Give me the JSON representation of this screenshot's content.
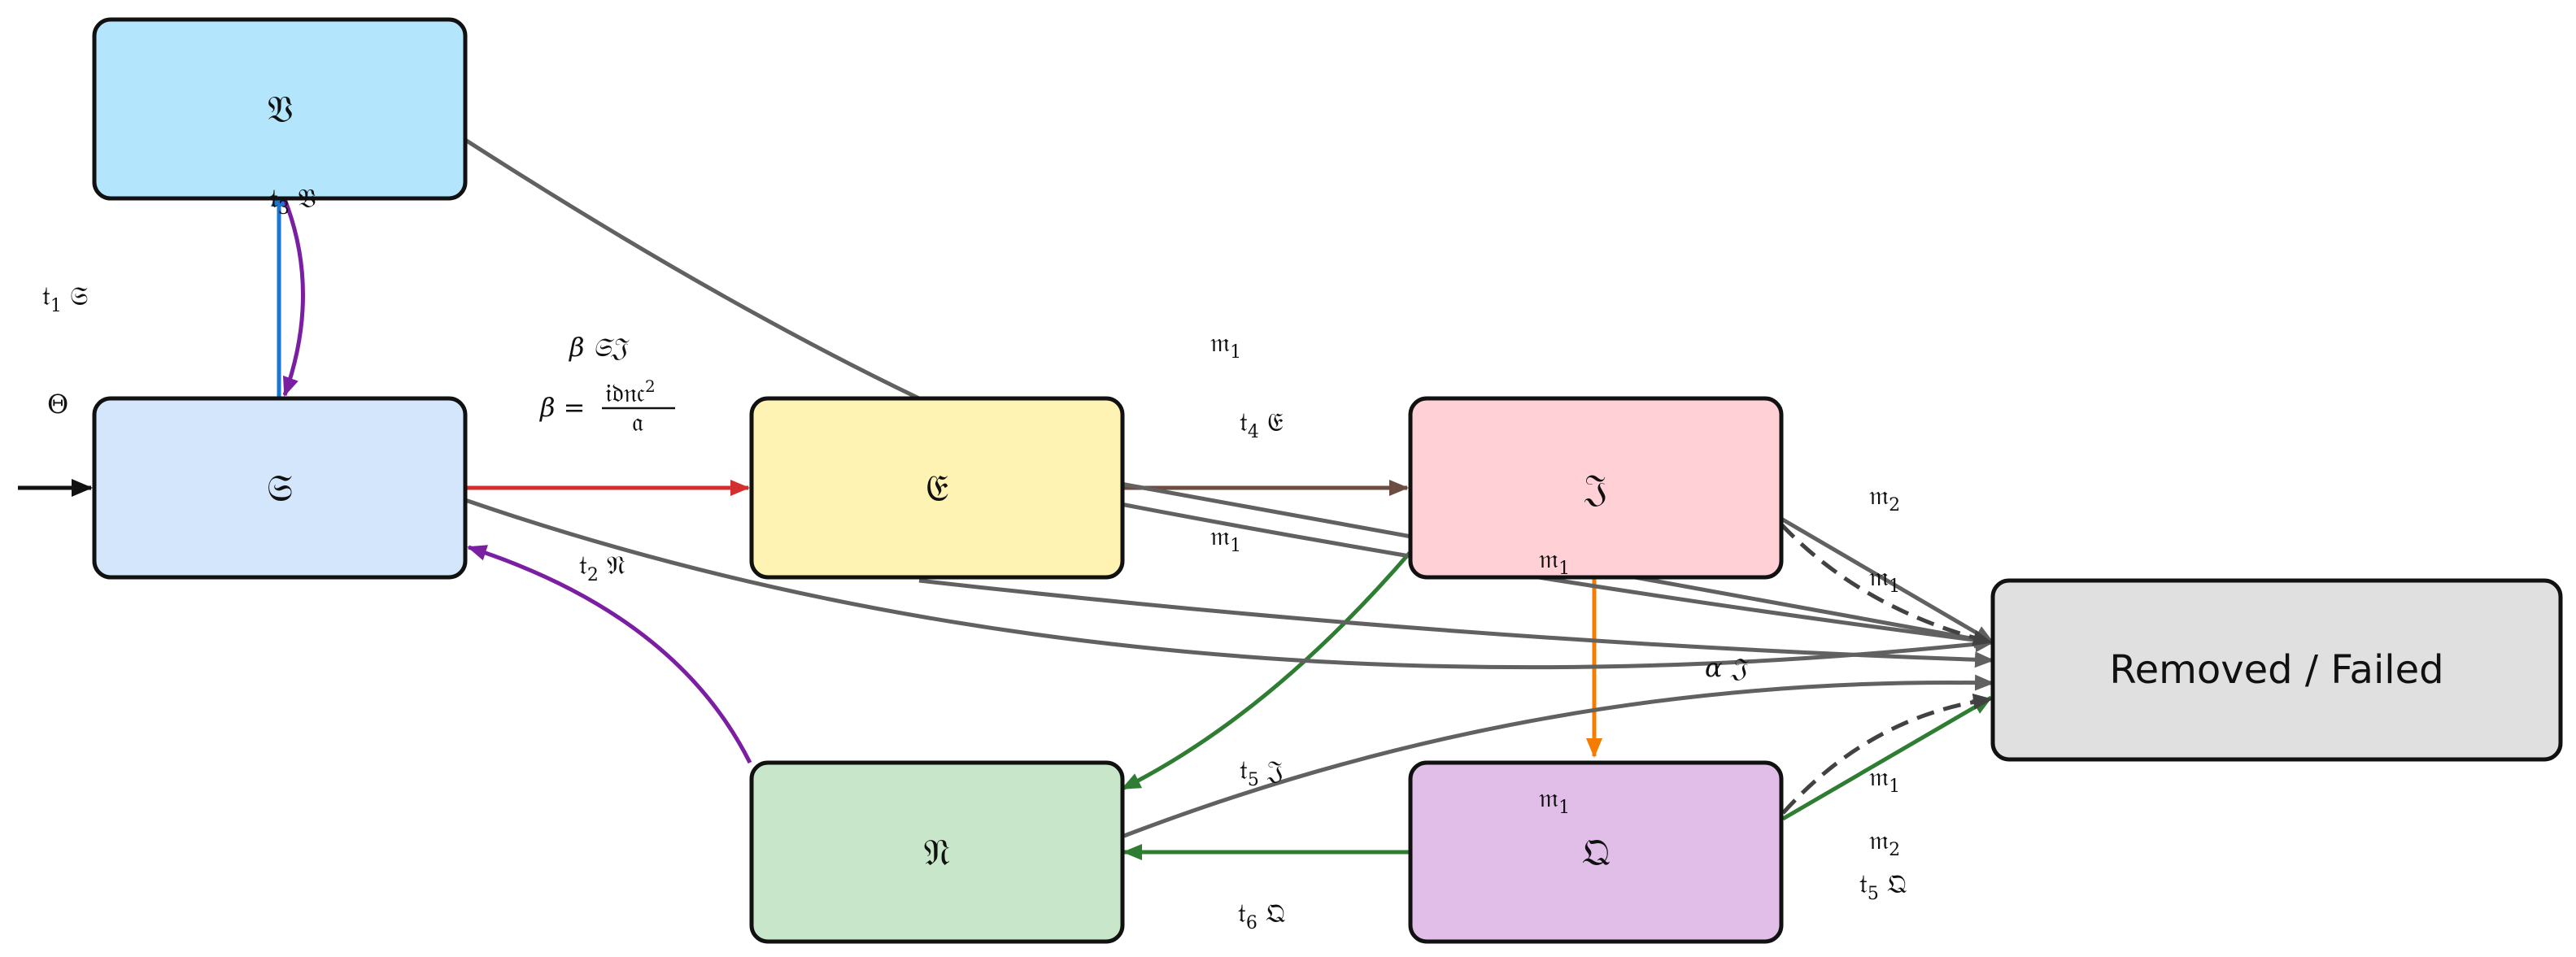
{
  "nodes": {
    "V": {
      "label": "𝔙",
      "fill": "#b3e5fc"
    },
    "S": {
      "label": "𝔖",
      "fill": "#d4e6fc"
    },
    "E": {
      "label": "𝔈",
      "fill": "#fff3b3"
    },
    "I": {
      "label": "𝔍",
      "fill": "#ffd0d6"
    },
    "R": {
      "label": "𝔑",
      "fill": "#c8e6c9"
    },
    "Q": {
      "label": "𝔔",
      "fill": "#e1bee7"
    },
    "D": {
      "label": "Removed / Failed",
      "fill": "#e0e0e0"
    }
  },
  "labels": {
    "t1S": {
      "pre": "𝔱",
      "sub": "1",
      "post": " 𝔖"
    },
    "t3V": {
      "pre": "𝔱",
      "sub": "3",
      "post": " 𝔙"
    },
    "theta": {
      "text": "Θ"
    },
    "betaSI": {
      "text": "β 𝔖𝔍"
    },
    "betaFormula": {
      "lhs": "β = ",
      "num": "𝔦𝔡𝔫𝔠",
      "sup": "2",
      "den": "𝔞"
    },
    "m1a": {
      "pre": "𝔪",
      "sub": "1",
      "post": ""
    },
    "t4E": {
      "pre": "𝔱",
      "sub": "4",
      "post": " 𝔈"
    },
    "m1b": {
      "pre": "𝔪",
      "sub": "1",
      "post": ""
    },
    "t2R": {
      "pre": "𝔱",
      "sub": "2",
      "post": " 𝔑"
    },
    "m2a": {
      "pre": "𝔪",
      "sub": "2",
      "post": ""
    },
    "m1c": {
      "pre": "𝔪",
      "sub": "1",
      "post": ""
    },
    "m1d": {
      "pre": "𝔪",
      "sub": "1",
      "post": ""
    },
    "alphaI": {
      "text": "α 𝔍"
    },
    "t5I": {
      "pre": "𝔱",
      "sub": "5",
      "post": " 𝔍"
    },
    "m1e": {
      "pre": "𝔪",
      "sub": "1",
      "post": ""
    },
    "m1f": {
      "pre": "𝔪",
      "sub": "1",
      "post": ""
    },
    "m2b": {
      "pre": "𝔪",
      "sub": "2",
      "post": ""
    },
    "t5Q": {
      "pre": "𝔱",
      "sub": "5",
      "post": " 𝔔"
    },
    "t6Q": {
      "pre": "𝔱",
      "sub": "6",
      "post": " 𝔔"
    }
  },
  "colors": {
    "entry": "#111111",
    "infection": "#d32f2f",
    "vaccination": "#1976d2",
    "waning": "#7b1fa2",
    "progression": "#6d4c41",
    "recovery": "#2e7d32",
    "quarantine": "#f57c00",
    "removal": "#616161",
    "removal_dashed": "#424242"
  }
}
